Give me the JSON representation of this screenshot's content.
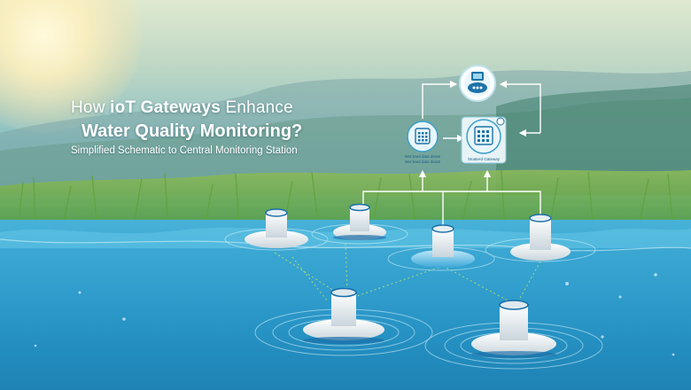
{
  "headline": {
    "line1_regular_a": "How ",
    "line1_bold": "ioT Gateways",
    "line1_regular_b": " Enhance",
    "line2": "Water Quality Monitoring?",
    "subtitle": "Simplified Schematic to Central Monitoring Station"
  },
  "diagram": {
    "left_node_caption": "Wst teed data deute",
    "right_node_caption": "Stoaterd Gateway",
    "left_node_caption_small": "Wst teed data deute",
    "hub_icon": "cloud-server-icon",
    "left_icon": "data-logger-icon",
    "right_icon": "gateway-device-icon"
  },
  "colors": {
    "accent": "#2fa3d6",
    "line": "#ffffff",
    "sensor_ring": "#1b6fa8"
  }
}
